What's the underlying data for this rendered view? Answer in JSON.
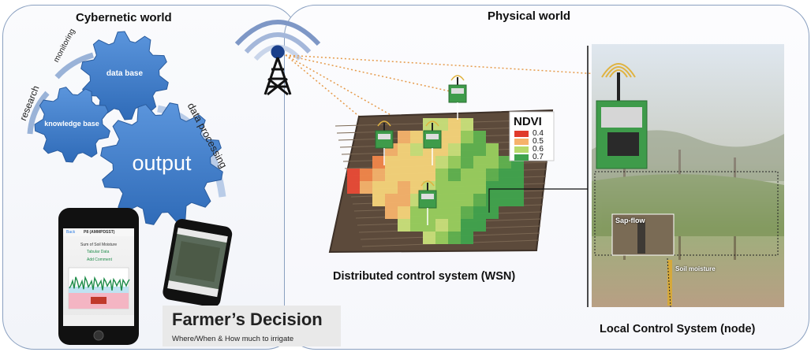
{
  "titles": {
    "cybernetic": "Cybernetic world",
    "physical": "Physical world"
  },
  "gears": {
    "database": "data base",
    "knowledge": "knowledge base",
    "output": "output"
  },
  "arcs": {
    "monitoring": "monitoring",
    "research": "research",
    "data_processing": "data processing"
  },
  "farmer": {
    "title": "Farmer’s Decision",
    "subtitle": "Where/When & How much to irrigate"
  },
  "wsn_label": "Distributed control system (WSN)",
  "lcs_label": "Local Control System (node)",
  "ndvi": {
    "title": "NDVI",
    "legend": [
      {
        "label": "0.4",
        "color": "#e03a2b"
      },
      {
        "label": "0.5",
        "color": "#f6b26b"
      },
      {
        "label": "0.6",
        "color": "#b6d96a"
      },
      {
        "label": "0.7",
        "color": "#3fa34d"
      }
    ]
  },
  "node_photo": {
    "sap_flow": "Sap-flow",
    "soil_moisture": "Soil moisture"
  },
  "phone": {
    "header": "P8 (AMMPDSST)",
    "back": "Back",
    "chart_title": "Sum of Soil Moisture",
    "link1": "Tabular Data",
    "link2": "Add Comment"
  },
  "colors": {
    "gear_blue": "#3d7cc9",
    "panel_border": "#8aa0c0",
    "dotted_link": "#e59a4a"
  }
}
